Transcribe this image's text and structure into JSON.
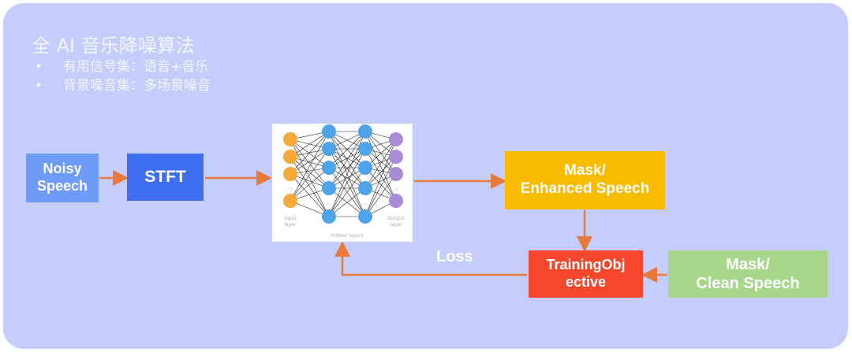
{
  "title": "全 AI 音乐降噪算法",
  "bullets": [
    "有用信号集：语音+音乐",
    "背景噪音集：多场景噪音"
  ],
  "boxes": {
    "noisy": "Noisy\nSpeech",
    "stft": "STFT",
    "mask_enh": "Mask/\nEnhanced Speech",
    "training": "TrainingObj\nective",
    "mask_clean": "Mask/\nClean Speech"
  },
  "loss": "Loss",
  "nn": {
    "input_label": "Input\nlayer",
    "hidden_label": "Hidden layers",
    "output_label": "Output\nlayer",
    "ellipsis": "..."
  },
  "colors": {
    "noisy": "#6e9bf7",
    "stft": "#3f6ff0",
    "mask_enh": "#f9bb00",
    "training": "#f4472c",
    "mask_clean": "#a8d78c",
    "arrow": "#e97a3c"
  }
}
